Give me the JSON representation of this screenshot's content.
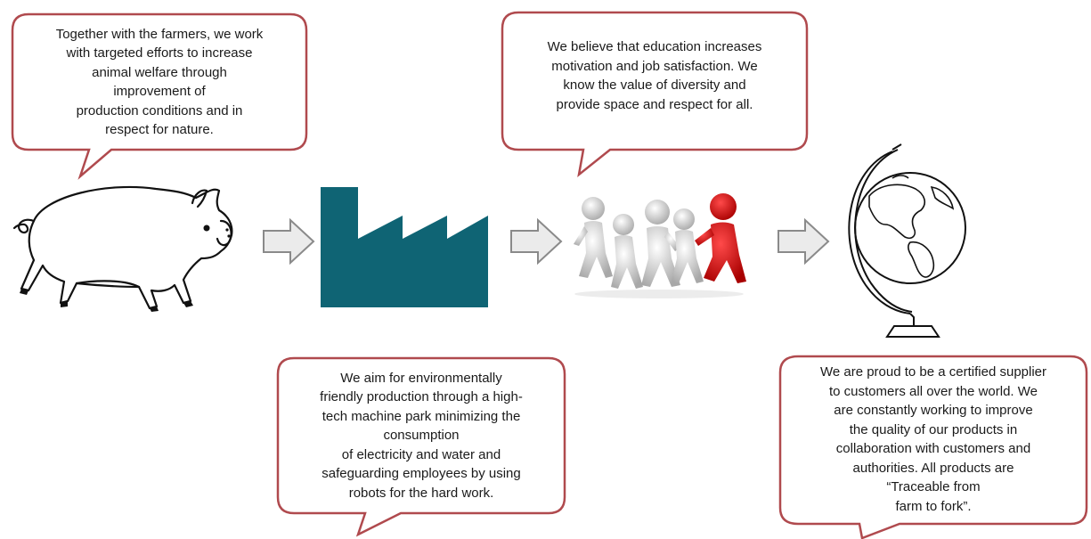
{
  "bubbles": [
    {
      "text": "Together with the farmers, we work\nwith targeted efforts to increase\nanimal welfare through\nimprovement of\nproduction conditions and in\nrespect for nature."
    },
    {
      "text": "We believe that education increases\nmotivation and job satisfaction. We\nknow the value of diversity and\nprovide space and respect for all."
    },
    {
      "text": "We aim for environmentally\nfriendly production through a high-\ntech machine park minimizing the\nconsumption\nof electricity and water and\nsafeguarding employees by using\nrobots for the hard work."
    },
    {
      "text": "We are proud to be a certified supplier\nto customers all over the world. We\nare constantly working to improve\nthe quality of our products in\ncollaboration with customers and\nauthorities. All products are\n“Traceable from\nfarm to fork”."
    }
  ],
  "stages": [
    {
      "icon": "pig-icon"
    },
    {
      "icon": "factory-icon"
    },
    {
      "icon": "people-running-icon"
    },
    {
      "icon": "globe-icon"
    }
  ],
  "colors": {
    "bubble_border": "#b04a4e",
    "factory": "#0f6474",
    "arrow_fill": "#ebebeb",
    "arrow_stroke": "#8a8a8a",
    "leader_figure": "#cc1111"
  }
}
